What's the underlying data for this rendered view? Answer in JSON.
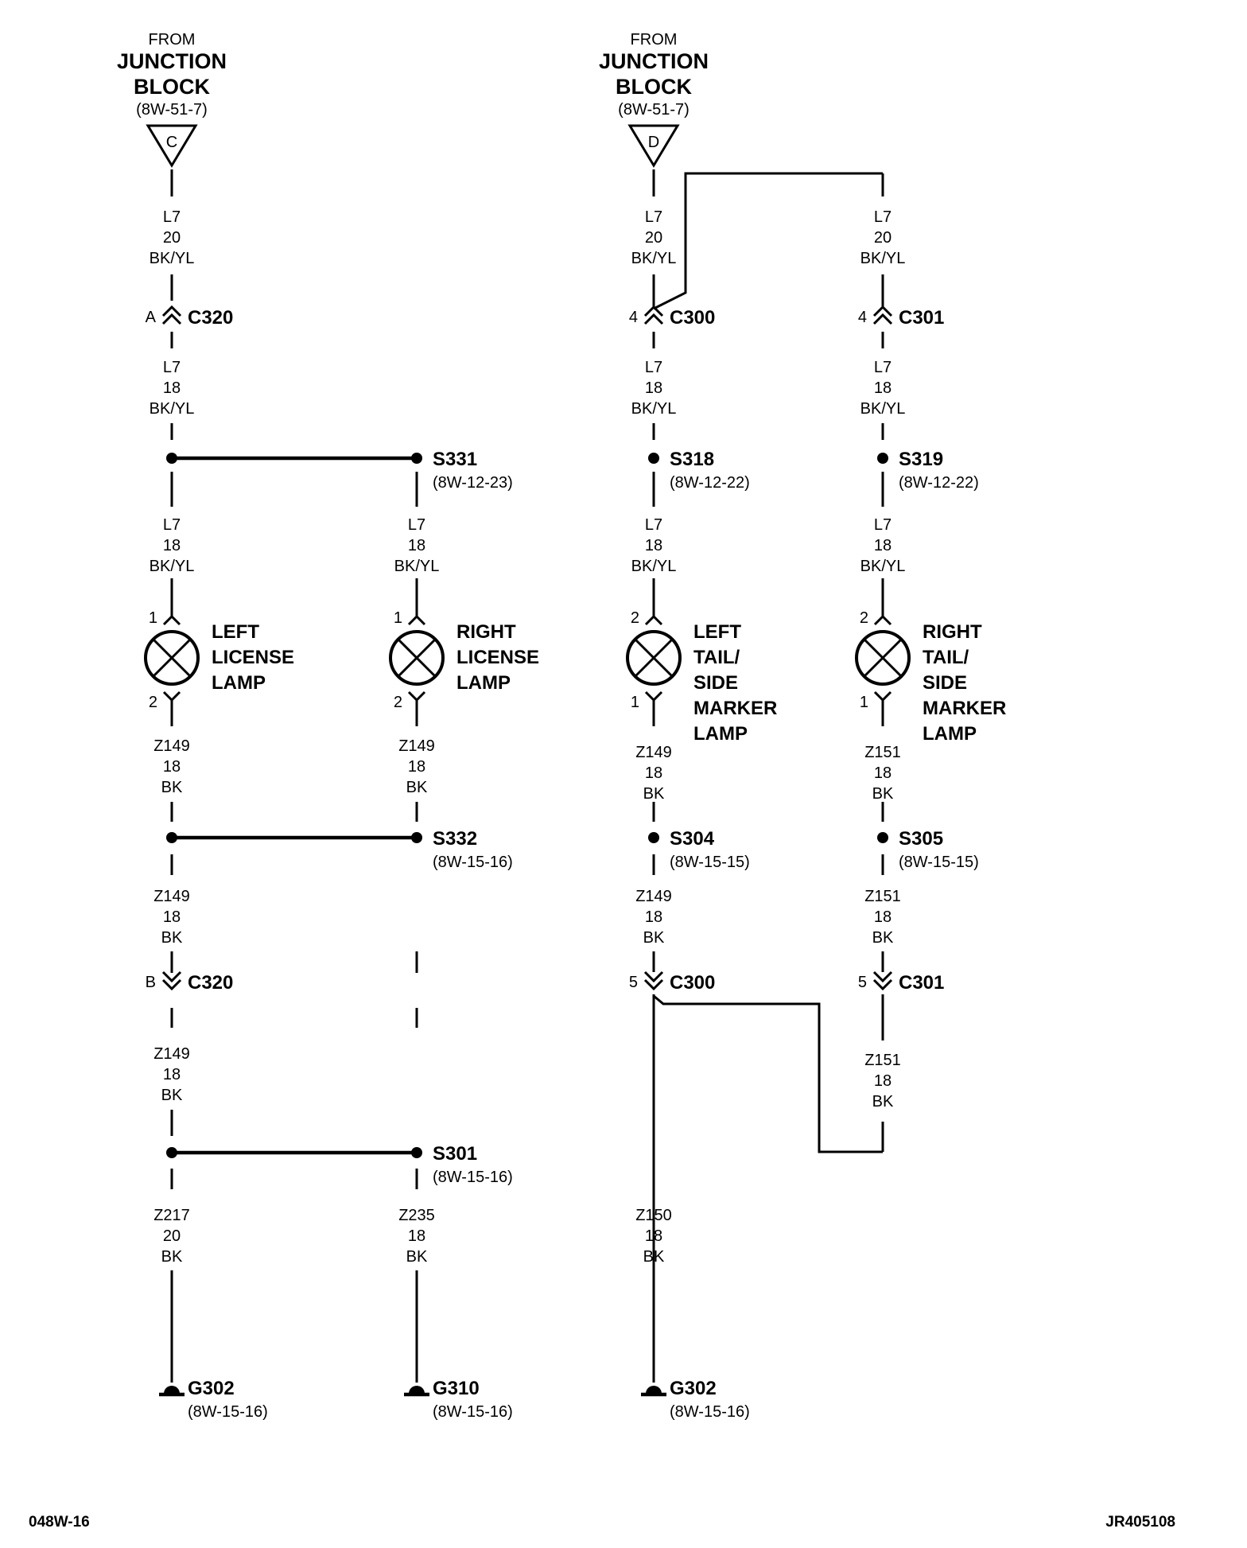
{
  "sources": [
    {
      "from": "FROM",
      "l1": "JUNCTION",
      "l2": "BLOCK",
      "ref": "(8W-51-7)",
      "pin": "C"
    },
    {
      "from": "FROM",
      "l1": "JUNCTION",
      "l2": "BLOCK",
      "ref": "(8W-51-7)",
      "pin": "D"
    }
  ],
  "wires": [
    {
      "circuit": "L7",
      "gauge": "20",
      "color": "BK/YL"
    },
    {
      "circuit": "L7",
      "gauge": "18",
      "color": "BK/YL"
    },
    {
      "circuit": "L7",
      "gauge": "18",
      "color": "BK/YL"
    },
    {
      "circuit": "L7",
      "gauge": "18",
      "color": "BK/YL"
    },
    {
      "circuit": "Z149",
      "gauge": "18",
      "color": "BK"
    },
    {
      "circuit": "Z149",
      "gauge": "18",
      "color": "BK"
    },
    {
      "circuit": "Z149",
      "gauge": "18",
      "color": "BK"
    },
    {
      "circuit": "Z149",
      "gauge": "18",
      "color": "BK"
    },
    {
      "circuit": "Z217",
      "gauge": "20",
      "color": "BK"
    },
    {
      "circuit": "Z235",
      "gauge": "18",
      "color": "BK"
    },
    {
      "circuit": "L7",
      "gauge": "20",
      "color": "BK/YL"
    },
    {
      "circuit": "L7",
      "gauge": "18",
      "color": "BK/YL"
    },
    {
      "circuit": "L7",
      "gauge": "18",
      "color": "BK/YL"
    },
    {
      "circuit": "Z149",
      "gauge": "18",
      "color": "BK"
    },
    {
      "circuit": "Z149",
      "gauge": "18",
      "color": "BK"
    },
    {
      "circuit": "Z150",
      "gauge": "18",
      "color": "BK"
    },
    {
      "circuit": "L7",
      "gauge": "20",
      "color": "BK/YL"
    },
    {
      "circuit": "L7",
      "gauge": "18",
      "color": "BK/YL"
    },
    {
      "circuit": "L7",
      "gauge": "18",
      "color": "BK/YL"
    },
    {
      "circuit": "Z151",
      "gauge": "18",
      "color": "BK"
    },
    {
      "circuit": "Z151",
      "gauge": "18",
      "color": "BK"
    },
    {
      "circuit": "Z151",
      "gauge": "18",
      "color": "BK"
    }
  ],
  "connectors": [
    {
      "id": "C320",
      "pin": "A"
    },
    {
      "id": "C320",
      "pin": "B"
    },
    {
      "id": "C300",
      "pin": "4"
    },
    {
      "id": "C300",
      "pin": "5"
    },
    {
      "id": "C301",
      "pin": "4"
    },
    {
      "id": "C301",
      "pin": "5"
    }
  ],
  "splices": [
    {
      "id": "S331",
      "ref": "(8W-12-23)"
    },
    {
      "id": "S332",
      "ref": "(8W-15-16)"
    },
    {
      "id": "S301",
      "ref": "(8W-15-16)"
    },
    {
      "id": "S318",
      "ref": "(8W-12-22)"
    },
    {
      "id": "S304",
      "ref": "(8W-15-15)"
    },
    {
      "id": "S319",
      "ref": "(8W-12-22)"
    },
    {
      "id": "S305",
      "ref": "(8W-15-15)"
    }
  ],
  "lamps": [
    {
      "lines": [
        "LEFT",
        "LICENSE",
        "LAMP"
      ],
      "pin_top": "1",
      "pin_bottom": "2"
    },
    {
      "lines": [
        "RIGHT",
        "LICENSE",
        "LAMP"
      ],
      "pin_top": "1",
      "pin_bottom": "2"
    },
    {
      "lines": [
        "LEFT",
        "TAIL/",
        "SIDE",
        "MARKER",
        "LAMP"
      ],
      "pin_top": "2",
      "pin_bottom": "1"
    },
    {
      "lines": [
        "RIGHT",
        "TAIL/",
        "SIDE",
        "MARKER",
        "LAMP"
      ],
      "pin_top": "2",
      "pin_bottom": "1"
    }
  ],
  "grounds": [
    {
      "id": "G302",
      "ref": "(8W-15-16)"
    },
    {
      "id": "G310",
      "ref": "(8W-15-16)"
    },
    {
      "id": "G302",
      "ref": "(8W-15-16)"
    }
  ],
  "footer": {
    "left": "048W-16",
    "right": "JR405108"
  }
}
